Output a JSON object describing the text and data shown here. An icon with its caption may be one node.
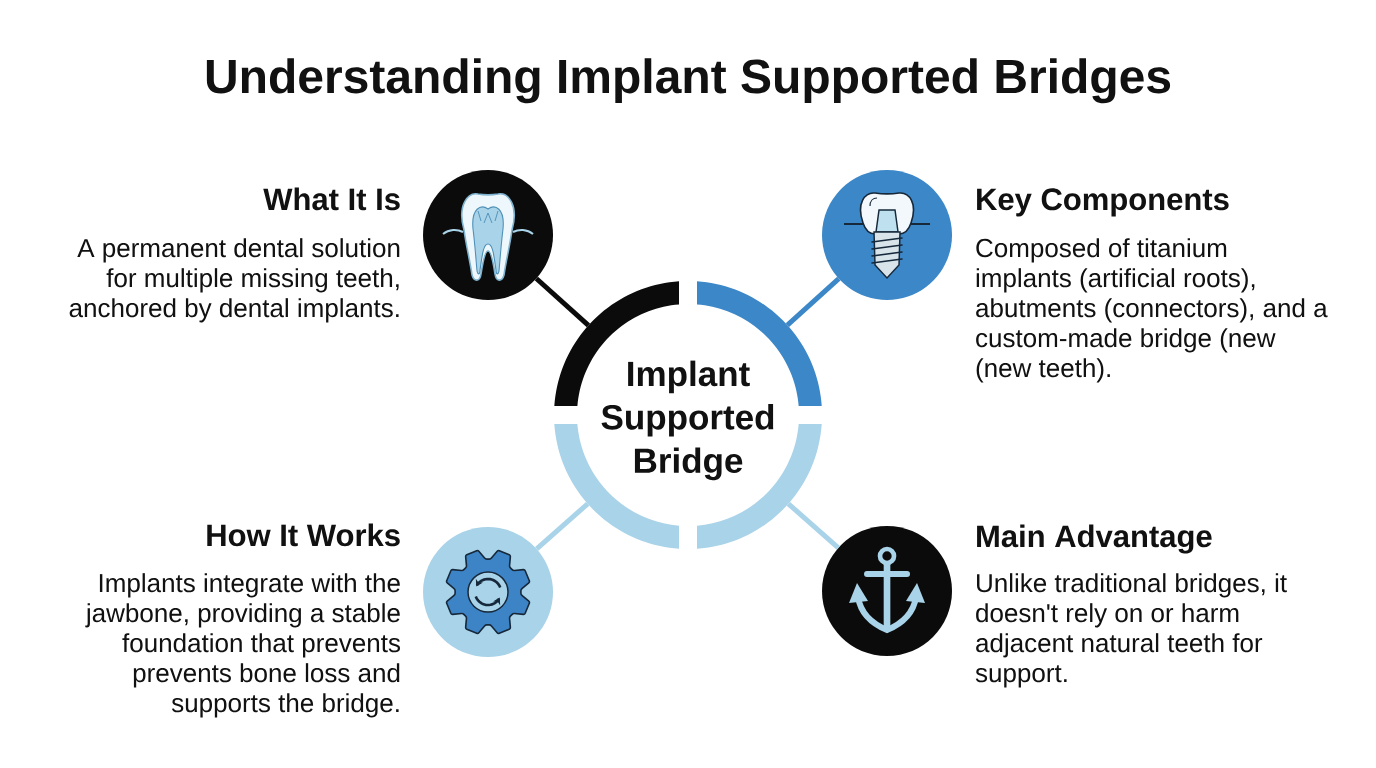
{
  "diagram": {
    "title": "Understanding Implant Supported Bridges",
    "nodes": [
      {
        "text": [],
        "shape": "circle",
        "beside": [
          "What It Is",
          "A permanent dental solution for multiple missing teeth, anchored by dental implants."
        ]
      },
      {
        "text": [],
        "shape": "circle",
        "beside": [
          "Key Components",
          "Composed of titanium implants (artificial roots), abutments (connectors), and a custom-made bridge (new (new teeth)."
        ]
      },
      {
        "text": [
          "Implant Supported Bridge"
        ]
      },
      {
        "text": [],
        "shape": "circle",
        "beside": [
          "How It Works",
          "Implants integrate with the jawbone, providing a stable foundation that prevents prevents bone loss and supports the bridge."
        ]
      },
      {
        "text": [],
        "shape": "circle",
        "beside": [
          "Main Advantage",
          "Unlike traditional bridges, it doesn't rely on or harm adjacent natural teeth for support."
        ]
      }
    ],
    "edges": [
      {
        "from": 2,
        "to": 0,
        "arrow": "none",
        "color": "#0b0b0b"
      },
      {
        "from": 2,
        "to": 1,
        "arrow": "none",
        "color": "#3b87c7"
      },
      {
        "from": 2,
        "to": 3,
        "arrow": "none"
      },
      {
        "from": 2,
        "to": 4,
        "arrow": "none"
      }
    ]
  }
}
